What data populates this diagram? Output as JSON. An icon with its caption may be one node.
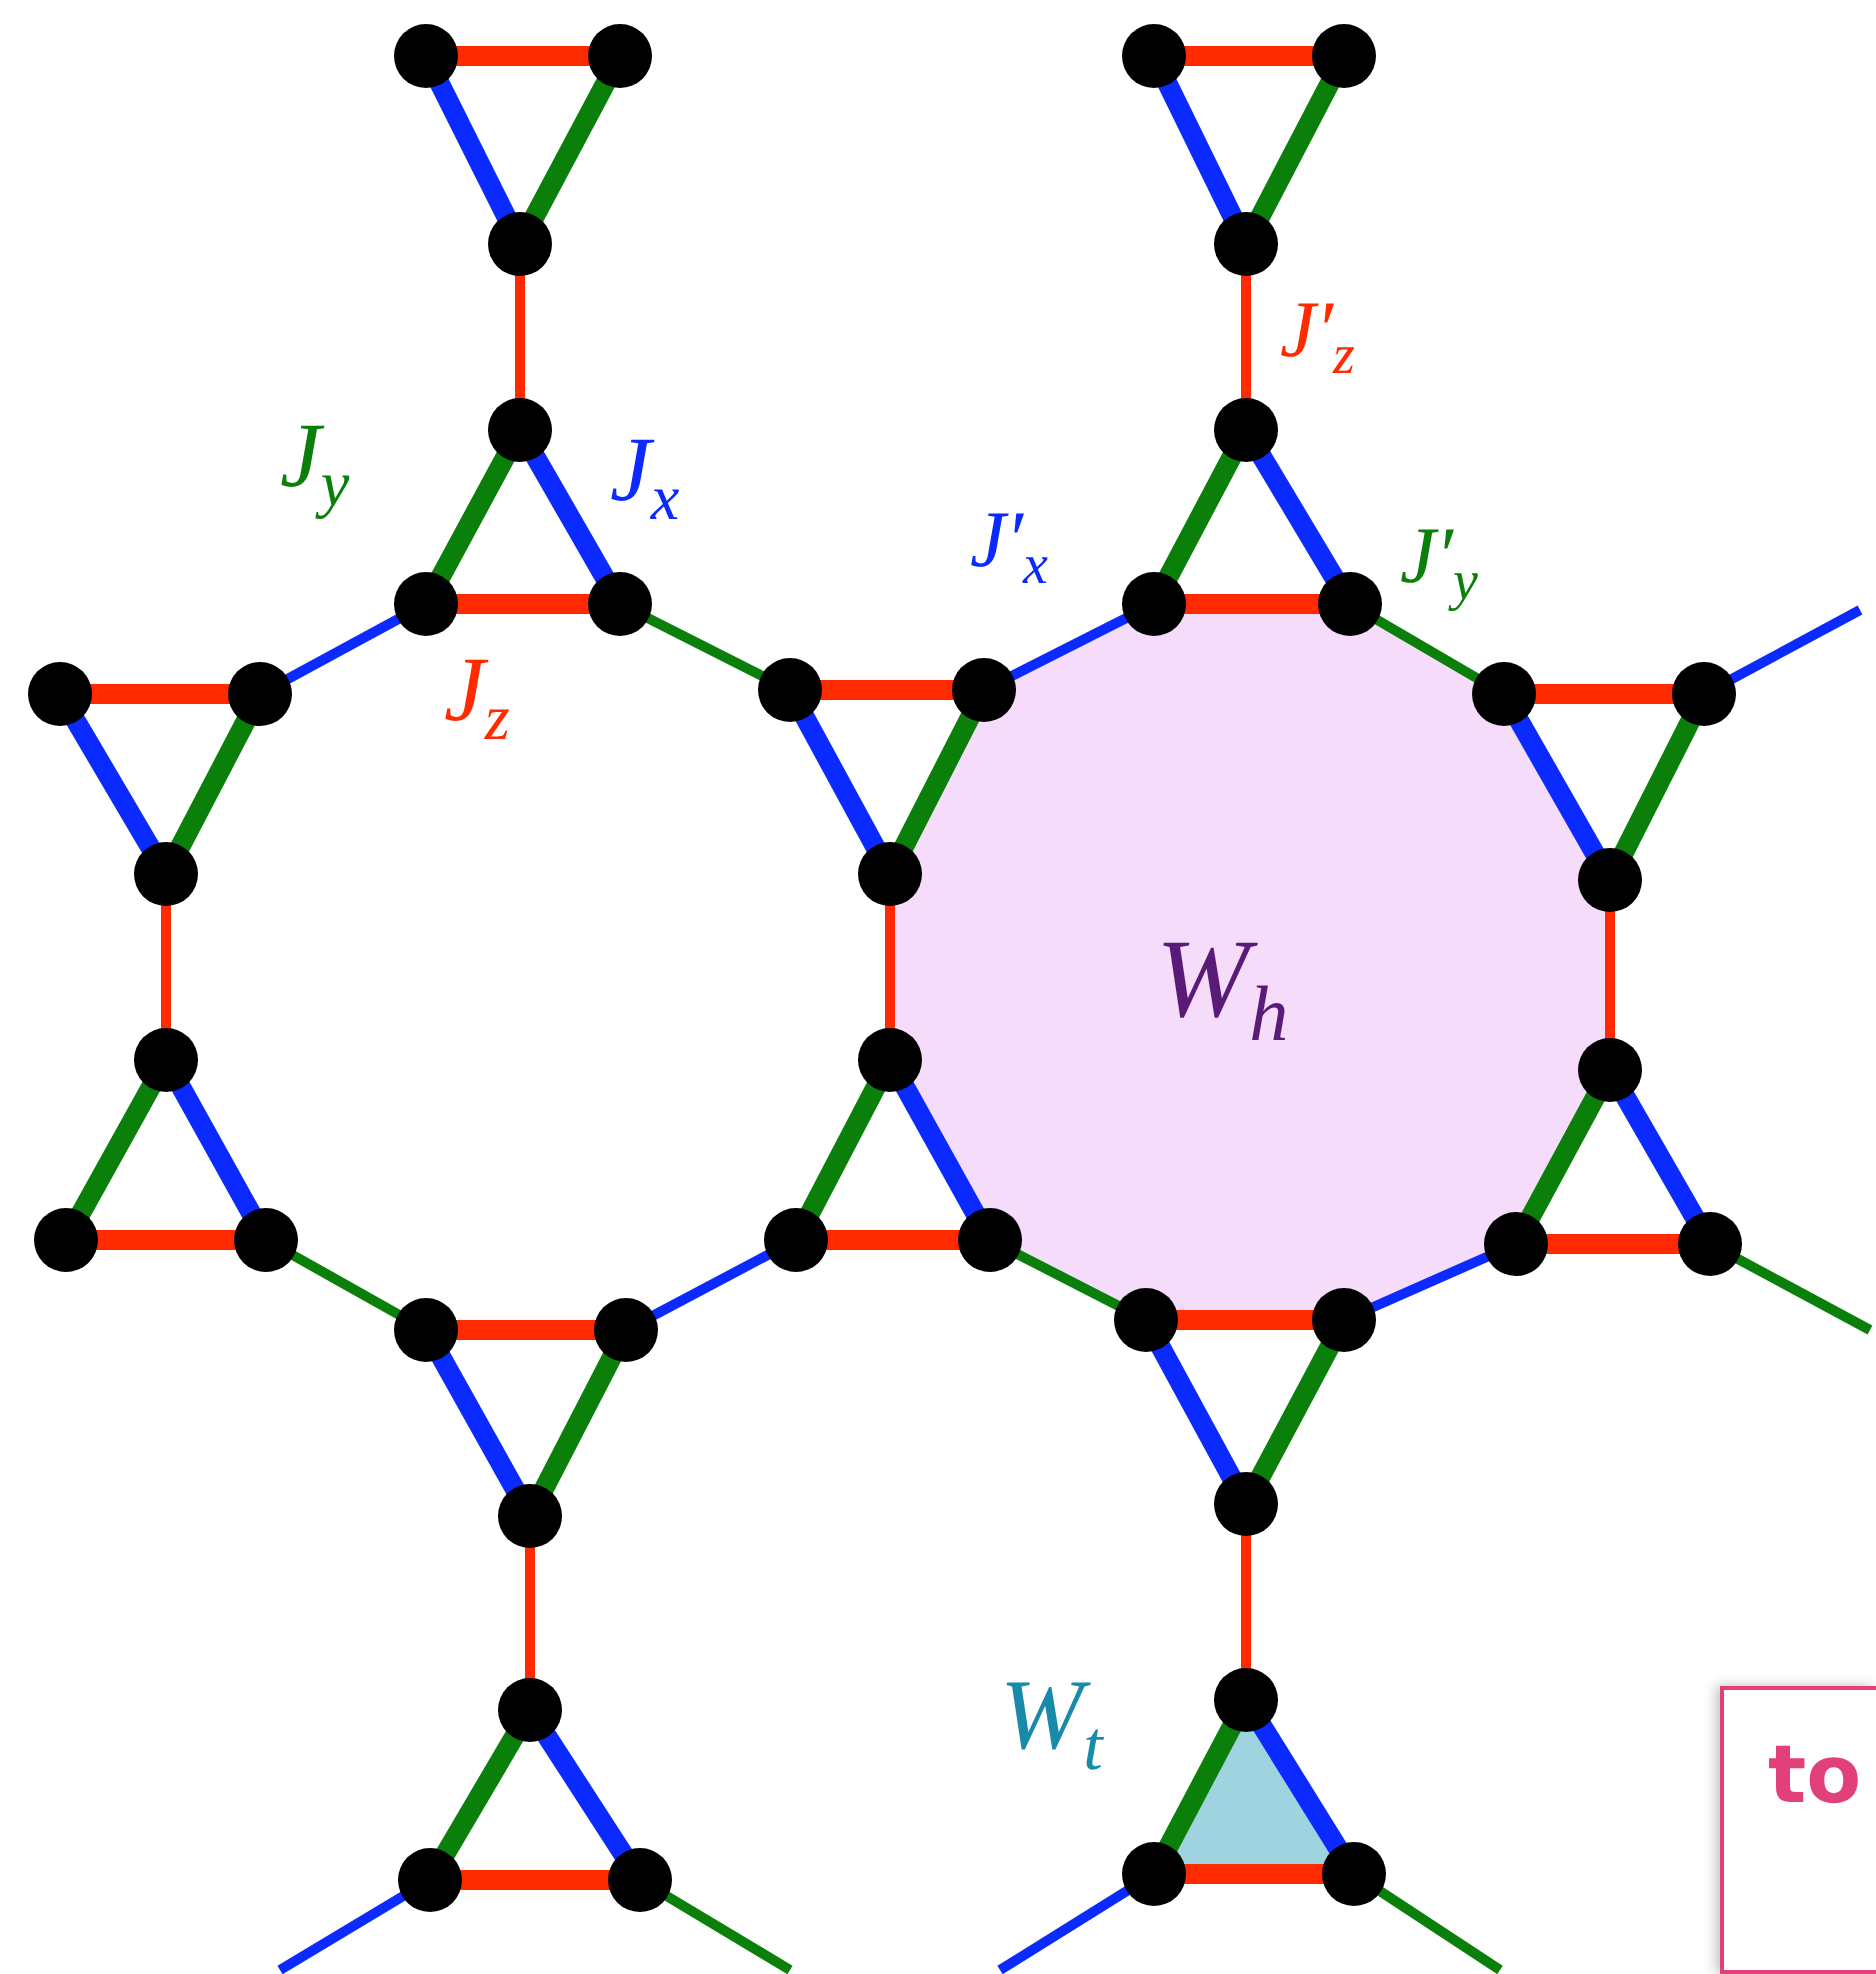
{
  "diagram": {
    "labels": [
      "J$_{y}$",
      "J$_{x}$",
      "J$_{z}$",
      "J′$_{x}$",
      "J′$_{z}$",
      "J′$_{y}$",
      "W$_{h}$",
      "W$_{t}$",
      "to"
    ]
  }
}
